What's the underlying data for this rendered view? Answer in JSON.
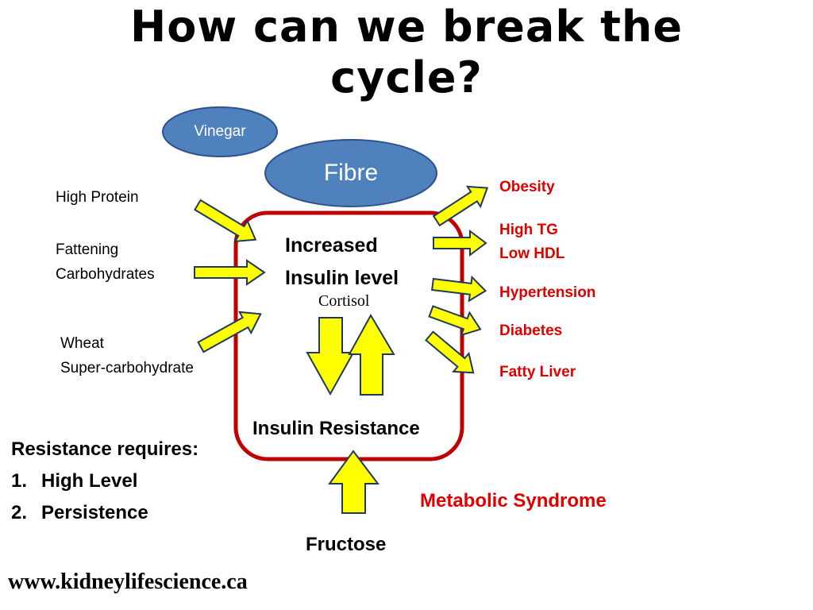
{
  "title": {
    "line1": "How can we break the",
    "line2": "cycle?"
  },
  "ovals": {
    "vinegar": "Vinegar",
    "fibre": "Fibre"
  },
  "inputs": {
    "high_protein": "High Protein",
    "fattening_line1": "Fattening",
    "fattening_line2": "Carbohydrates",
    "wheat_line1": "Wheat",
    "wheat_line2": "Super-carbohydrate"
  },
  "core": {
    "increased_line1": "Increased",
    "increased_line2": "Insulin level",
    "cortisol": "Cortisol",
    "insulin_resistance": "Insulin Resistance",
    "fructose": "Fructose"
  },
  "outcomes": {
    "obesity": "Obesity",
    "high_tg": "High TG",
    "low_hdl": "Low HDL",
    "hypertension": "Hypertension",
    "diabetes": "Diabetes",
    "fatty_liver": "Fatty Liver"
  },
  "metabolic_syndrome": "Metabolic Syndrome",
  "resistance": {
    "heading": "Resistance requires:",
    "items": [
      {
        "num": "1.",
        "label": "High Level"
      },
      {
        "num": "2.",
        "label": "Persistence"
      }
    ]
  },
  "website": "www.kidneylifescience.ca",
  "colors": {
    "arrow_fill": "#ffff00",
    "arrow_stroke": "#1f3864",
    "box_stroke": "#c00000",
    "oval_fill": "#4f81bd",
    "oval_stroke": "#2f528f",
    "outcome_text": "#e00000"
  }
}
